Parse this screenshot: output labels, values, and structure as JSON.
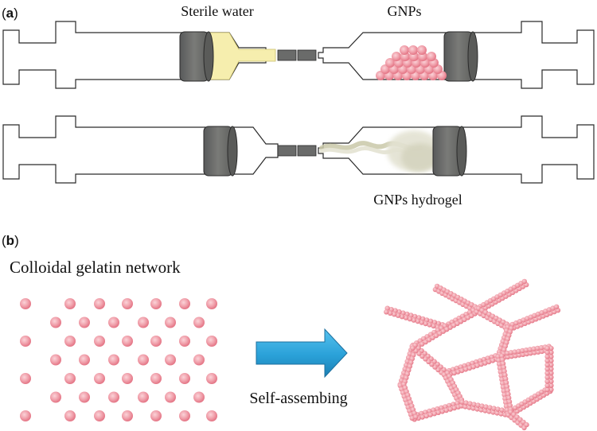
{
  "panel_a": {
    "label": "a",
    "syringe_top": {
      "left_content": "Sterile water",
      "right_content": "GNPs"
    },
    "syringe_bottom": {
      "right_content": "GNPs hydrogel"
    }
  },
  "panel_b": {
    "label": "b",
    "left_title": "Colloidal gelatin network",
    "arrow_label": "Self-assembing"
  },
  "colors": {
    "outline": "#2a2a2a",
    "plunger": "#6f706d",
    "water": "#f6eeae",
    "particle": "#f0a0ab",
    "particle_core": "#e57888",
    "arrow": "#2aa1d8",
    "connector": "#6a6b6a",
    "hydrogel": "#e3e2d2"
  }
}
